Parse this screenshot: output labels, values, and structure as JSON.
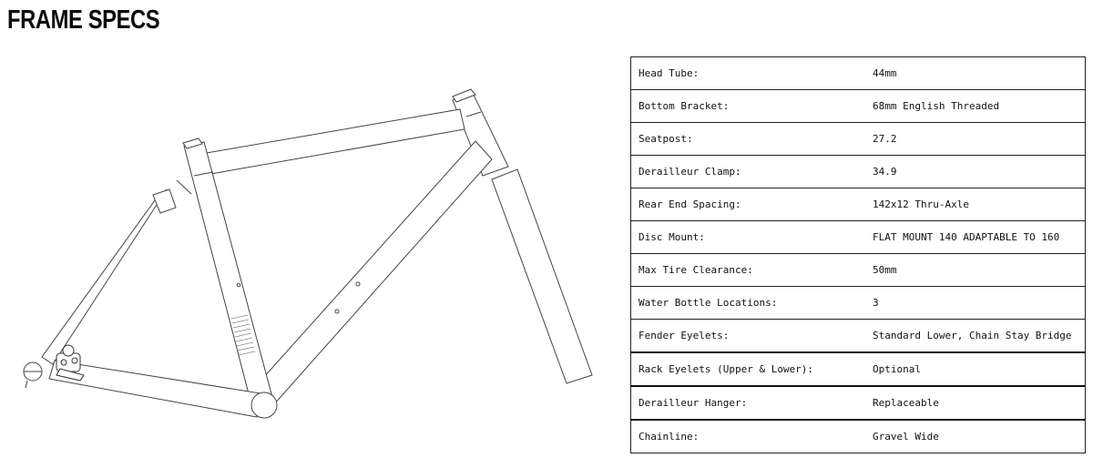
{
  "title": "FRAME SPECS",
  "specs": [
    {
      "label": "Head Tube:",
      "value": "44mm"
    },
    {
      "label": "Bottom Bracket:",
      "value": "68mm English Threaded"
    },
    {
      "label": "Seatpost:",
      "value": "27.2"
    },
    {
      "label": "Derailleur Clamp:",
      "value": "34.9"
    },
    {
      "label": "Rear End Spacing:",
      "value": "142x12 Thru-Axle"
    },
    {
      "label": "Disc Mount:",
      "value": "FLAT MOUNT 140 ADAPTABLE TO 160"
    },
    {
      "label": "Max Tire Clearance:",
      "value": "50mm"
    },
    {
      "label": "Water Bottle Locations:",
      "value": "3"
    },
    {
      "label": "Fender Eyelets:",
      "value": "Standard Lower, Chain Stay Bridge"
    },
    {
      "label": "Rack Eyelets (Upper & Lower):",
      "value": "Optional"
    },
    {
      "label": "Derailleur Hanger:",
      "value": "Replaceable"
    },
    {
      "label": "Chainline:",
      "value": "Gravel Wide"
    }
  ]
}
